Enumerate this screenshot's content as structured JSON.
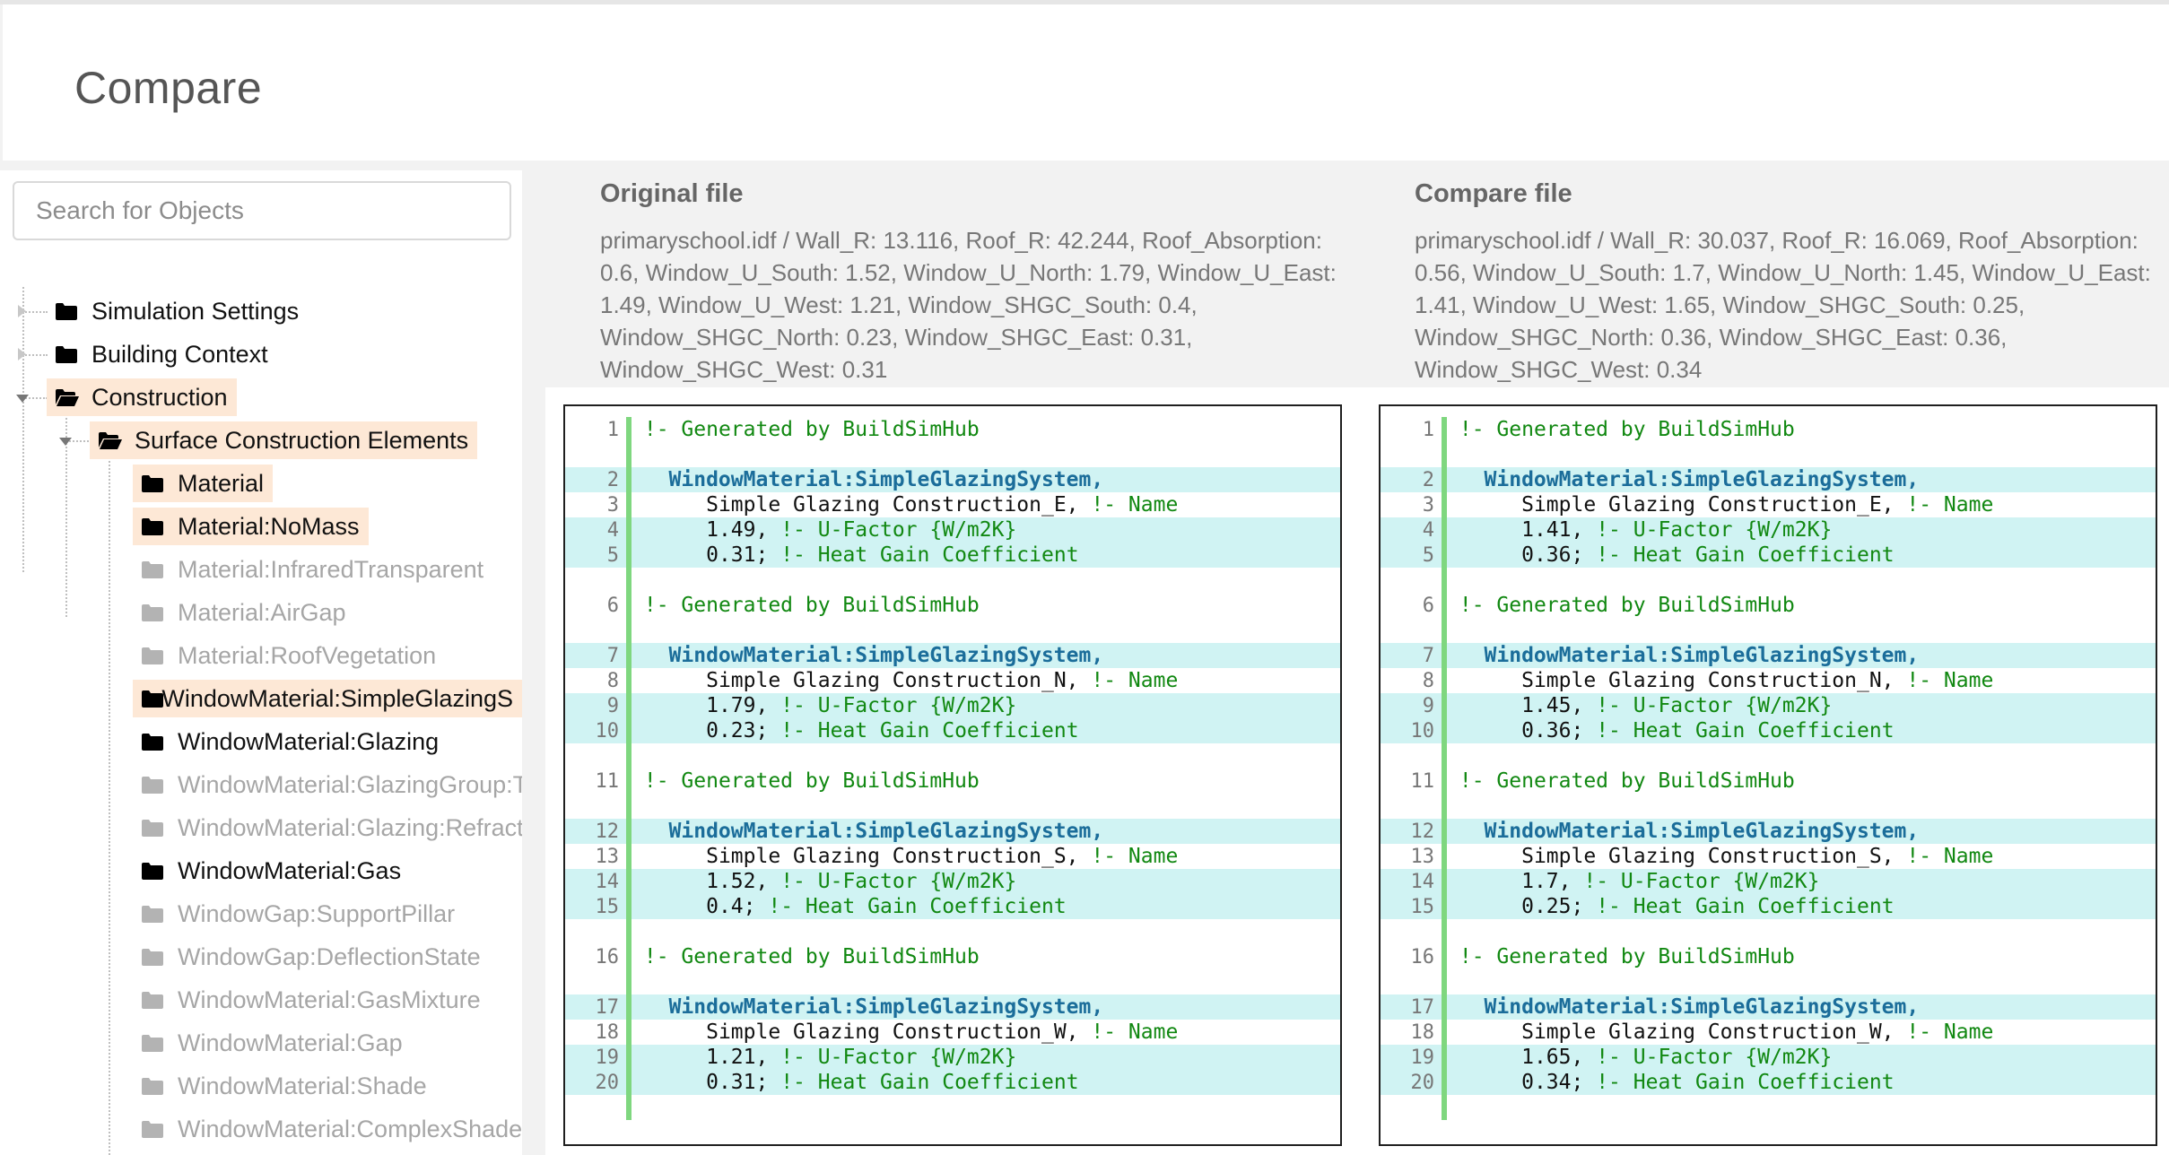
{
  "header": {
    "title": "Compare"
  },
  "sidebar": {
    "search_placeholder": "Search for Objects",
    "tree": [
      {
        "label": "Simulation Settings"
      },
      {
        "label": "Building Context"
      },
      {
        "label": "Construction"
      },
      {
        "label": "Surface Construction Elements"
      },
      {
        "label": "Material"
      },
      {
        "label": "Material:NoMass"
      },
      {
        "label": "Material:InfraredTransparent"
      },
      {
        "label": "Material:AirGap"
      },
      {
        "label": "Material:RoofVegetation"
      },
      {
        "label": "WindowMaterial:SimpleGlazingS"
      },
      {
        "label": "WindowMaterial:Glazing"
      },
      {
        "label": "WindowMaterial:GlazingGroup:T"
      },
      {
        "label": "WindowMaterial:Glazing:Refract"
      },
      {
        "label": "WindowMaterial:Gas"
      },
      {
        "label": "WindowGap:SupportPillar"
      },
      {
        "label": "WindowGap:DeflectionState"
      },
      {
        "label": "WindowMaterial:GasMixture"
      },
      {
        "label": "WindowMaterial:Gap"
      },
      {
        "label": "WindowMaterial:Shade"
      },
      {
        "label": "WindowMaterial:ComplexShade"
      }
    ]
  },
  "original": {
    "heading": "Original file",
    "desc_lines": [
      "primaryschool.idf / Wall_R: 13.116, Roof_R: 42.244, Roof_Absorption:",
      "0.6, Window_U_South: 1.52, Window_U_North: 1.79, Window_U_East:",
      "1.49, Window_U_West: 1.21, Window_SHGC_South: 0.4,",
      "Window_SHGC_North: 0.23, Window_SHGC_East: 0.31,",
      "Window_SHGC_West: 0.31"
    ],
    "blocks": [
      {
        "comment": "!- Generated by BuildSimHub",
        "object": "WindowMaterial:SimpleGlazingSystem,",
        "name": "Simple Glazing Construction_E,",
        "name_comment": "!- Name",
        "u": "1.49,",
        "u_comment": "!- U-Factor {W/m2K}",
        "shgc": "0.31;",
        "shgc_comment": "!- Heat Gain Coefficient",
        "ln": [
          "1",
          "2",
          "3",
          "4",
          "5"
        ]
      },
      {
        "comment": "!- Generated by BuildSimHub",
        "object": "WindowMaterial:SimpleGlazingSystem,",
        "name": "Simple Glazing Construction_N,",
        "name_comment": "!- Name",
        "u": "1.79,",
        "u_comment": "!- U-Factor {W/m2K}",
        "shgc": "0.23;",
        "shgc_comment": "!- Heat Gain Coefficient",
        "ln": [
          "6",
          "7",
          "8",
          "9",
          "10"
        ]
      },
      {
        "comment": "!- Generated by BuildSimHub",
        "object": "WindowMaterial:SimpleGlazingSystem,",
        "name": "Simple Glazing Construction_S,",
        "name_comment": "!- Name",
        "u": "1.52,",
        "u_comment": "!- U-Factor {W/m2K}",
        "shgc": "0.4;",
        "shgc_comment": "!- Heat Gain Coefficient",
        "ln": [
          "11",
          "12",
          "13",
          "14",
          "15"
        ]
      },
      {
        "comment": "!- Generated by BuildSimHub",
        "object": "WindowMaterial:SimpleGlazingSystem,",
        "name": "Simple Glazing Construction_W,",
        "name_comment": "!- Name",
        "u": "1.21,",
        "u_comment": "!- U-Factor {W/m2K}",
        "shgc": "0.31;",
        "shgc_comment": "!- Heat Gain Coefficient",
        "ln": [
          "16",
          "17",
          "18",
          "19",
          "20"
        ]
      }
    ]
  },
  "compare": {
    "heading": "Compare file",
    "desc_lines": [
      "primaryschool.idf / Wall_R: 30.037, Roof_R: 16.069, Roof_Absorption:",
      "0.56, Window_U_South: 1.7, Window_U_North: 1.45, Window_U_East:",
      "1.41, Window_U_West: 1.65, Window_SHGC_South: 0.25,",
      "Window_SHGC_North: 0.36, Window_SHGC_East: 0.36,",
      "Window_SHGC_West: 0.34"
    ],
    "blocks": [
      {
        "comment": "!- Generated by BuildSimHub",
        "object": "WindowMaterial:SimpleGlazingSystem,",
        "name": "Simple Glazing Construction_E,",
        "name_comment": "!- Name",
        "u": "1.41,",
        "u_comment": "!- U-Factor {W/m2K}",
        "shgc": "0.36;",
        "shgc_comment": "!- Heat Gain Coefficient",
        "ln": [
          "1",
          "2",
          "3",
          "4",
          "5"
        ]
      },
      {
        "comment": "!- Generated by BuildSimHub",
        "object": "WindowMaterial:SimpleGlazingSystem,",
        "name": "Simple Glazing Construction_N,",
        "name_comment": "!- Name",
        "u": "1.45,",
        "u_comment": "!- U-Factor {W/m2K}",
        "shgc": "0.36;",
        "shgc_comment": "!- Heat Gain Coefficient",
        "ln": [
          "6",
          "7",
          "8",
          "9",
          "10"
        ]
      },
      {
        "comment": "!- Generated by BuildSimHub",
        "object": "WindowMaterial:SimpleGlazingSystem,",
        "name": "Simple Glazing Construction_S,",
        "name_comment": "!- Name",
        "u": "1.7,",
        "u_comment": "!- U-Factor {W/m2K}",
        "shgc": "0.25;",
        "shgc_comment": "!- Heat Gain Coefficient",
        "ln": [
          "11",
          "12",
          "13",
          "14",
          "15"
        ]
      },
      {
        "comment": "!- Generated by BuildSimHub",
        "object": "WindowMaterial:SimpleGlazingSystem,",
        "name": "Simple Glazing Construction_W,",
        "name_comment": "!- Name",
        "u": "1.65,",
        "u_comment": "!- U-Factor {W/m2K}",
        "shgc": "0.34;",
        "shgc_comment": "!- Heat Gain Coefficient",
        "ln": [
          "16",
          "17",
          "18",
          "19",
          "20"
        ]
      }
    ]
  },
  "colors": {
    "selected_bg": "#fde8d6",
    "diff_highlight": "#d0f3f3",
    "diff_bar": "#7fd77f",
    "keyword": "#1b6d9a",
    "comment": "#118811"
  }
}
